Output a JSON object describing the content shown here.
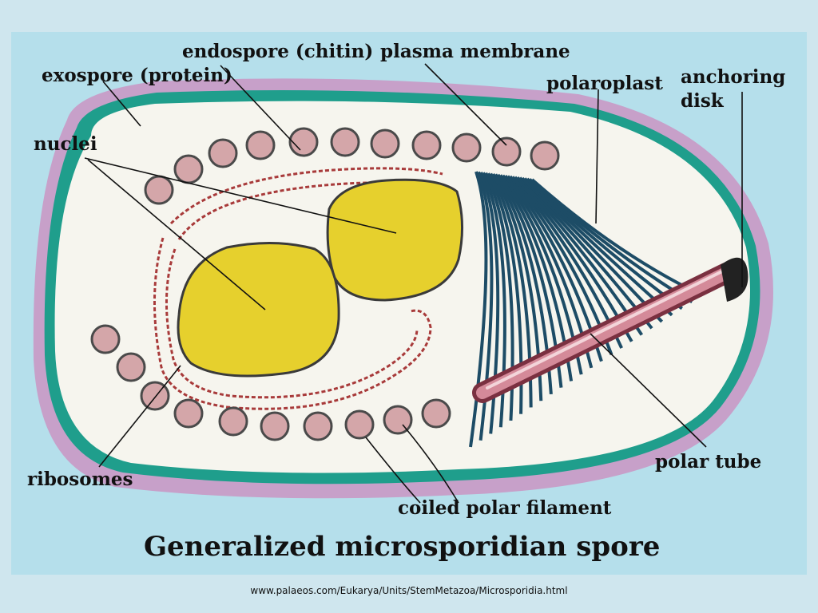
{
  "title": "Generalized microsporidian spore",
  "source_url": "www.palaeos.com/Eukarya/Units/StemMetazoa/Microsporidia.html",
  "labels": {
    "endospore": "endospore (chitin)",
    "plasma_membrane": "plasma membrane",
    "exospore": "exospore (protein)",
    "polaroplast": "polaroplast",
    "anchoring_disk_line1": "anchoring",
    "anchoring_disk_line2": "disk",
    "nuclei": "nuclei",
    "ribosomes": "ribosomes",
    "polar_tube": "polar tube",
    "coiled_polar_filament": "coiled polar filament"
  },
  "colors": {
    "background": "#cfe6ee",
    "panel": "#b5dfeb",
    "exospore": "#c7a0c9",
    "endospore": "#1f9e8c",
    "cytoplasm": "#f6f5ee",
    "nucleus": "#e6d02d",
    "ribosome": "#d4a6a9",
    "er": "#a83a3a",
    "polaroplast": "#1d4c66",
    "polar_tube": "#d48a99"
  }
}
